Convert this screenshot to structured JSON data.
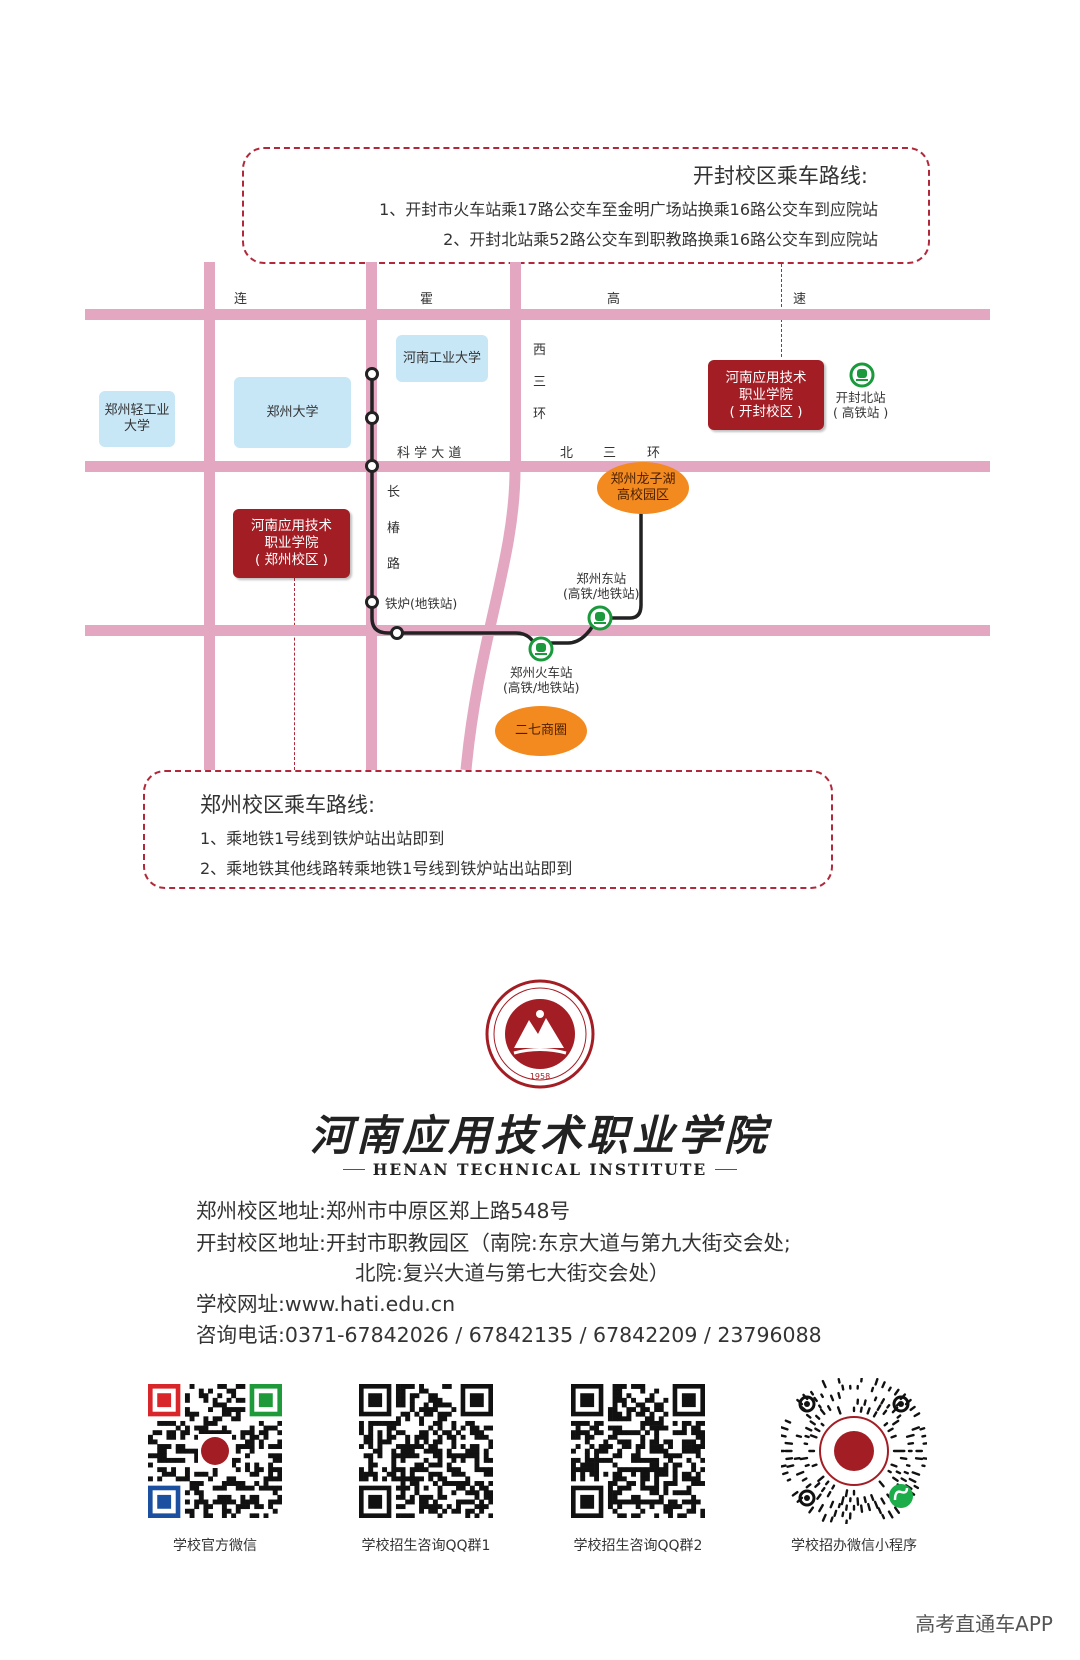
{
  "kaifeng_route": {
    "title": "开封校区乘车路线:",
    "lines": [
      "1、开封市火车站乘17路公交车至金明广场站换乘16路公交车到应院站",
      "2、开封北站乘52路公交车到职教路换乘16路公交车到应院站"
    ]
  },
  "zhengzhou_route": {
    "title": "郑州校区乘车路线:",
    "lines": [
      "1、乘地铁1号线到铁炉站出站即到",
      "2、乘地铁其他线路转乘地铁1号线到铁炉站出站即到"
    ]
  },
  "map": {
    "road_labels": {
      "lian": "连",
      "huo": "霍",
      "gao": "高",
      "su": "速",
      "xi": "西",
      "san1": "三",
      "huan1": "环",
      "kexue": "科 学 大 道",
      "bei": "北",
      "san2": "三",
      "huan2": "环",
      "chang": "长",
      "chun": "椿",
      "lu": "路"
    },
    "universities": {
      "zzlight": "郑州轻工业大学",
      "zzu": "郑州大学",
      "haut": "河南工业大学"
    },
    "campus_kaifeng": [
      "河南应用技术",
      "职业学院",
      "( 开封校区 )"
    ],
    "campus_zhengzhou": [
      "河南应用技术",
      "职业学院",
      "( 郑州校区 )"
    ],
    "longzihu": [
      "郑州龙子湖",
      "高校园区"
    ],
    "erqi": "二七商圈",
    "stations": {
      "kaifeng_north": [
        "开封北站",
        "( 高铁站 )"
      ],
      "zz_east": [
        "郑州东站",
        "(高铁/地铁站)"
      ],
      "zz_rail": [
        "郑州火车站",
        "(高铁/地铁站)"
      ],
      "tielu": "铁炉(地铁站)"
    },
    "colors": {
      "road": "#e3a7c2",
      "metro": "#222222",
      "campus": "#a31d24",
      "hub": "#f28a1f",
      "uni": "#c7e6f6",
      "station": "#1a9a3c"
    }
  },
  "logo": {
    "name_cn": "河南应用技术职业学院",
    "name_en": "HENAN TECHNICAL INSTITUTE",
    "year": "1958"
  },
  "info": {
    "zz_addr_label": "郑州校区地址:",
    "zz_addr": "郑州市中原区郑上路548号",
    "kf_addr_label": "开封校区地址:",
    "kf_addr_1": "开封市职教园区（南院:东京大道与第九大街交会处;",
    "kf_addr_2": "北院:复兴大道与第七大街交会处）",
    "web_label": "学校网址:",
    "web": "www.hati.edu.cn",
    "phone_label": "咨询电话:",
    "phone": "0371-67842026 / 67842135 / 67842209 / 23796088"
  },
  "qrcodes": [
    "学校官方微信",
    "学校招生咨询QQ群1",
    "学校招生咨询QQ群2",
    "学校招办微信小程序"
  ],
  "watermark": "高考直通车APP"
}
